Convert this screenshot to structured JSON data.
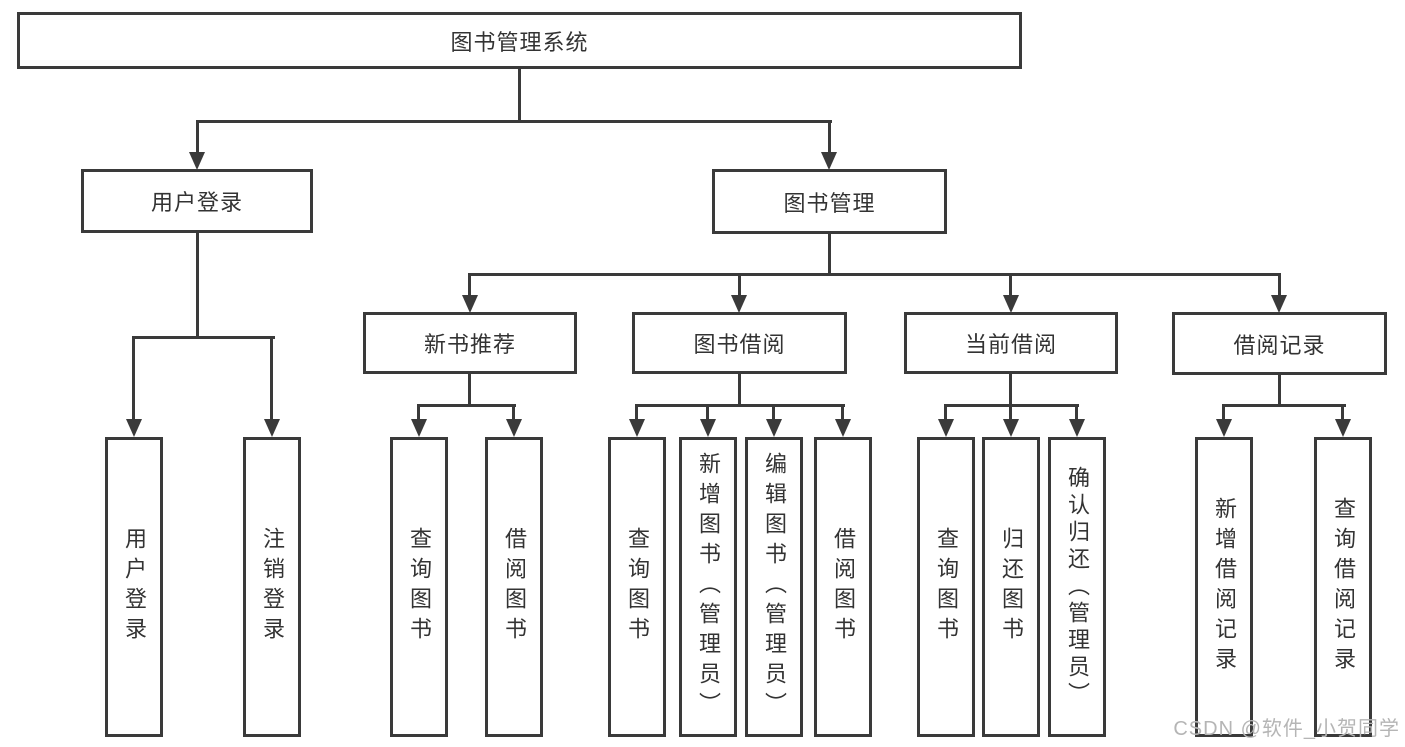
{
  "diagram": {
    "root": {
      "label": "图书管理系统"
    },
    "level1": [
      {
        "label": "用户登录",
        "leaves": [
          {
            "label": "用户登录"
          },
          {
            "label": "注销登录"
          }
        ]
      },
      {
        "label": "图书管理",
        "groups": [
          {
            "label": "新书推荐",
            "leaves": [
              {
                "label": "查询图书"
              },
              {
                "label": "借阅图书"
              }
            ]
          },
          {
            "label": "图书借阅",
            "leaves": [
              {
                "label": "查询图书"
              },
              {
                "label": "新增图书（管理员）"
              },
              {
                "label": "编辑图书（管理员）"
              },
              {
                "label": "借阅图书"
              }
            ]
          },
          {
            "label": "当前借阅",
            "leaves": [
              {
                "label": "查询图书"
              },
              {
                "label": "归还图书"
              },
              {
                "label": "确认归还（管理员）"
              }
            ]
          },
          {
            "label": "借阅记录",
            "leaves": [
              {
                "label": "新增借阅记录"
              },
              {
                "label": "查询借阅记录"
              }
            ]
          }
        ]
      }
    ]
  },
  "watermark": {
    "text": "CSDN @软件_小贺同学"
  },
  "colors": {
    "line": "#3a3a3a",
    "text": "#333333",
    "watermark": "#b5b5b5",
    "background": "#ffffff"
  }
}
